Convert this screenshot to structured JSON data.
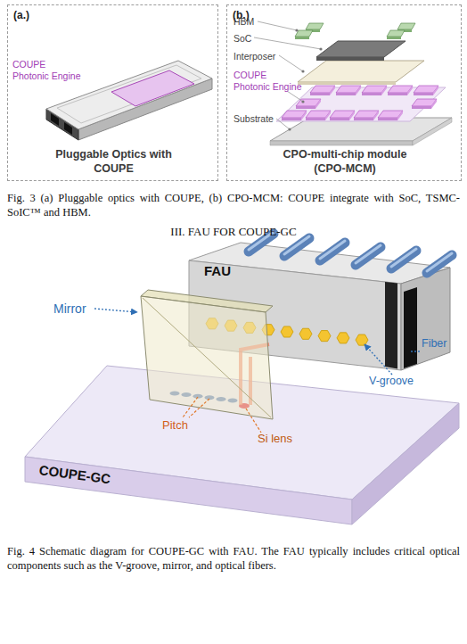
{
  "diagram": {
    "nodes": [
      {
        "text": [
          "(a.)",
          "Pluggable Optics with COUPE"
        ]
      },
      {
        "text": [
          "(b.)",
          "CPO-multi-chip module (CPO-MCM)"
        ]
      },
      {
        "text": [
          "FAU"
        ]
      },
      {
        "text": [
          "COUPE-GC"
        ]
      }
    ],
    "labels": [
      "COUPE Photonic Engine",
      "HBM",
      "SoC",
      "Interposer",
      "COUPE Photonic Engine",
      "Substrate",
      "Fig. 3 (a) Pluggable optics with COUPE, (b) CPO-MCM: COUPE integrate with SoC, TSMC-SoIC™ and HBM.",
      "III. FAU FOR COUPE-GC",
      "Mirror",
      "Fiber",
      "V-groove",
      "Pitch",
      "Si lens",
      "Fig. 4 Schematic diagram for COUPE-GC with FAU. The FAU typically includes critical optical components such as the V-groove, mirror, and optical fibers."
    ]
  }
}
